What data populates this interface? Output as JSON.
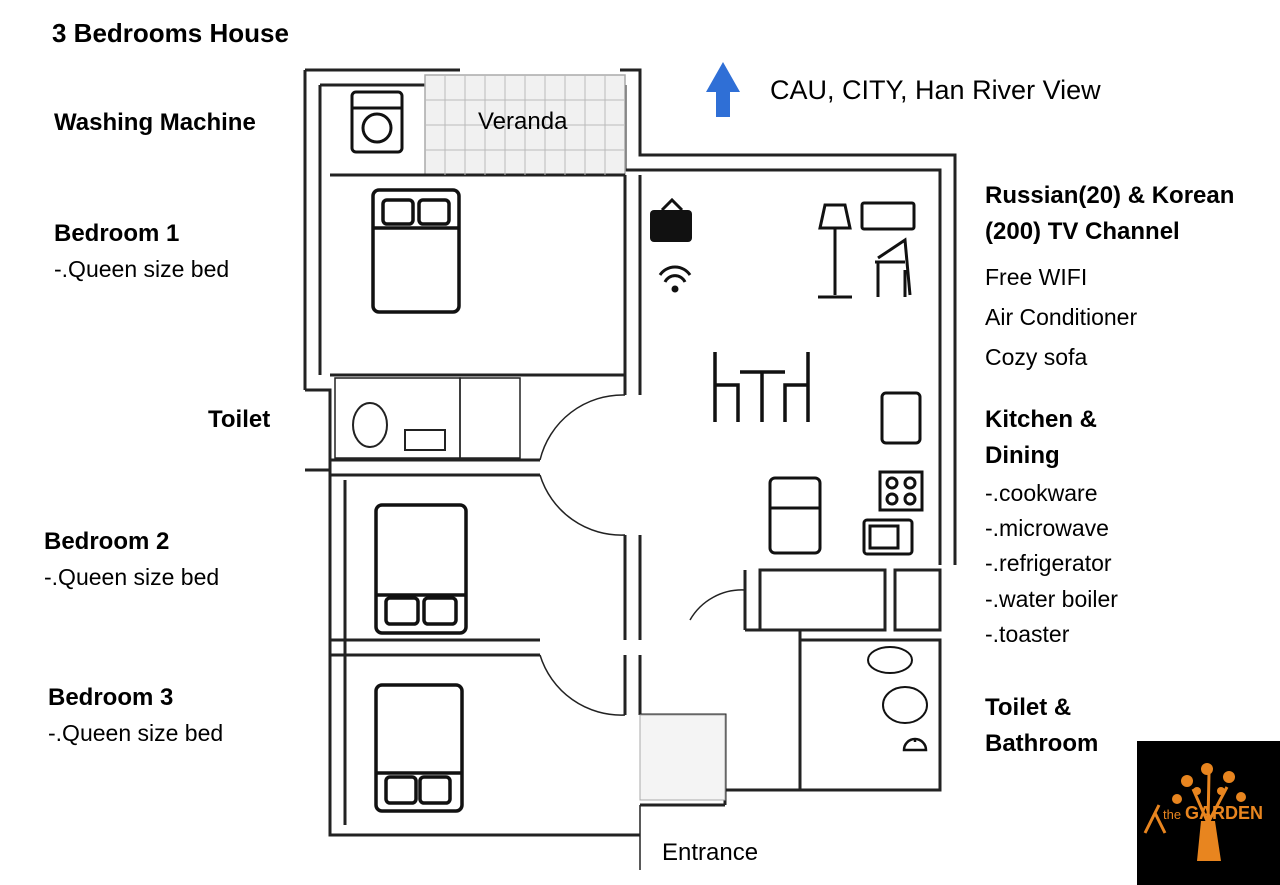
{
  "title": "3 Bedrooms House",
  "orientation": {
    "arrow_color": "#2f6fd6",
    "label": "CAU, CITY, Han River View"
  },
  "rooms": {
    "washing_machine": "Washing Machine",
    "veranda": "Veranda",
    "bedroom1": {
      "name": "Bedroom 1",
      "detail": "-.Queen size bed"
    },
    "toilet": "Toilet",
    "bedroom2": {
      "name": "Bedroom 2",
      "detail": "-.Queen size bed"
    },
    "bedroom3": {
      "name": "Bedroom 3",
      "detail": "-.Queen size bed"
    },
    "entrance": "Entrance"
  },
  "living": {
    "tv_line1": "Russian(20) & Korean",
    "tv_line2": "(200) TV Channel",
    "features": [
      "Free WIFI",
      "Air Conditioner",
      "Cozy sofa"
    ]
  },
  "kitchen": {
    "title_line1": "Kitchen &",
    "title_line2": "Dining",
    "items": [
      "-.cookware",
      "-.microwave",
      "-.refrigerator",
      "-.water boiler",
      "-.toaster"
    ]
  },
  "bathroom": {
    "line1": "Toilet &",
    "line2": "Bathroom"
  },
  "logo": {
    "text_the": "the",
    "text_garden": "GARDEN",
    "color": "#e8851f"
  },
  "icons": [
    "washing-machine-icon",
    "bed-icon",
    "tv-icon",
    "wifi-icon",
    "floor-lamp-icon",
    "air-conditioner-icon",
    "chair-icon",
    "dining-table-icon",
    "refrigerator-icon",
    "microwave-icon",
    "stove-icon",
    "sink-icon",
    "toilet-icon",
    "shower-icon",
    "north-arrow-icon",
    "tree-logo-icon"
  ]
}
